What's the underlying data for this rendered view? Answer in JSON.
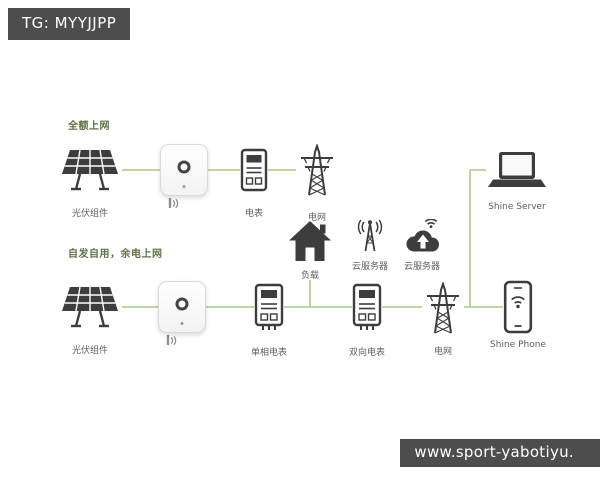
{
  "watermarks": {
    "top_left": "TG: MYYJJPP",
    "bottom_right": "www.sport-yabotiyu."
  },
  "diagram": {
    "scenario1": {
      "heading": "全额上网",
      "panel_label": "光伏组件",
      "meter_label": "电表",
      "grid_label": "电网"
    },
    "scenario2": {
      "heading": "自发自用，余电上网",
      "panel_label": "光伏组件",
      "single_phase_meter_label": "单相电表",
      "bidirectional_meter_label": "双向电表",
      "grid_label": "电网"
    },
    "shared": {
      "load_label": "负载",
      "cloud_server1_label": "云服务器",
      "cloud_server2_label": "云服务器",
      "server_label": "Shine Server",
      "phone_label": "Shine Phone"
    }
  },
  "colors": {
    "connector_line": "#a9c885",
    "icon_dark": "#3d3d3d",
    "badge_background": "#4d4d4d",
    "label_text": "#5f5f5f",
    "heading_text": "#5f7247"
  }
}
